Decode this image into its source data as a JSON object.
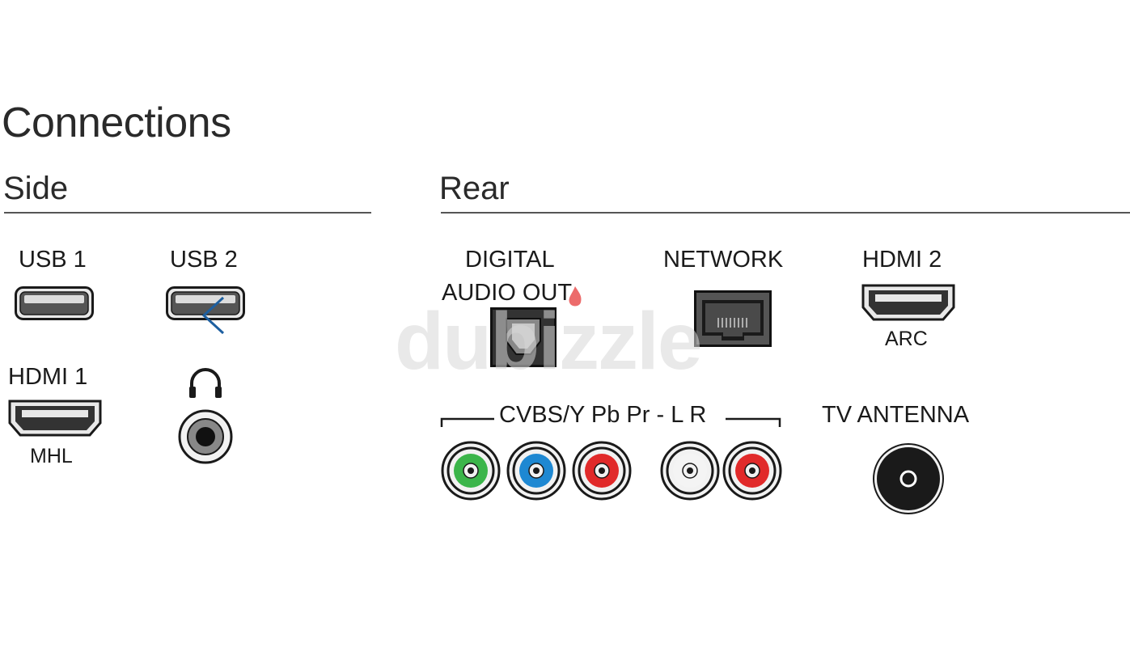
{
  "title": "Connections",
  "sections": {
    "side": "Side",
    "rear": "Rear"
  },
  "side_ports": {
    "usb1": "USB 1",
    "usb2": "USB 2",
    "hdmi1": "HDMI 1",
    "hdmi1_sub": "MHL",
    "headphone_icon": "headphones-icon"
  },
  "rear_ports": {
    "digital_audio_out_line1": "DIGITAL",
    "digital_audio_out_line2": "AUDIO OUT",
    "network": "NETWORK",
    "hdmi2": "HDMI 2",
    "hdmi2_sub": "ARC",
    "cvbs": "CVBS/Y Pb Pr - L R",
    "tv_antenna": "TV ANTENNA"
  },
  "rca_colors": [
    "#3bb54a",
    "#1e88d2",
    "#e12a2a",
    "#f4f4f4",
    "#e12a2a"
  ],
  "watermark": "dubizzle",
  "colors": {
    "accent_arrow": "#1d5fa0",
    "watermark_flame": "#e63a3a"
  }
}
